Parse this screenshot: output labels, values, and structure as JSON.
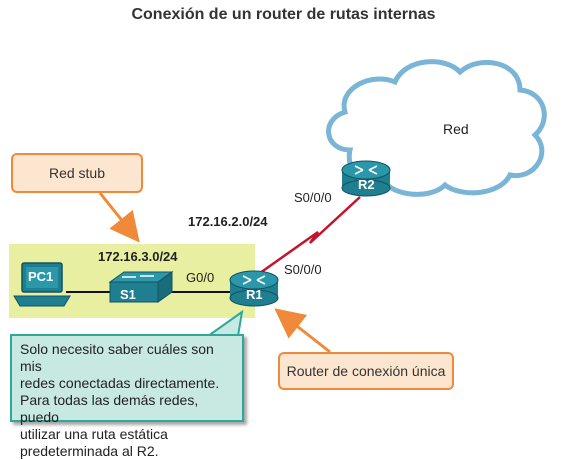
{
  "title": "Conexión de un router de rutas internas",
  "callouts": {
    "stub_network": "Red stub",
    "single_router": "Router de conexión única"
  },
  "cloud_label": "Red",
  "networks": {
    "lan": "172.16.3.0/24",
    "wan": "172.16.2.0/24"
  },
  "devices": {
    "pc": "PC1",
    "switch": "S1",
    "router1": "R1",
    "router2": "R2"
  },
  "interfaces": {
    "r1_lan": "G0/0",
    "r1_serial": "S0/0/0",
    "r2_serial": "S0/0/0"
  },
  "note_lines": [
    "Solo necesito saber cuáles son mis",
    "redes conectadas directamente.",
    "Para todas las demás redes, puedo",
    "utilizar una ruta estática",
    "predeterminada al R2."
  ],
  "colors": {
    "callout_border": "#f08a3a",
    "callout_fill": "#fde6cf",
    "stub_area": "#e9efa0",
    "note_fill": "#c8e8e2",
    "note_border": "#2fa79b",
    "device": "#1f7f91",
    "serial_link": "#c4142b"
  }
}
